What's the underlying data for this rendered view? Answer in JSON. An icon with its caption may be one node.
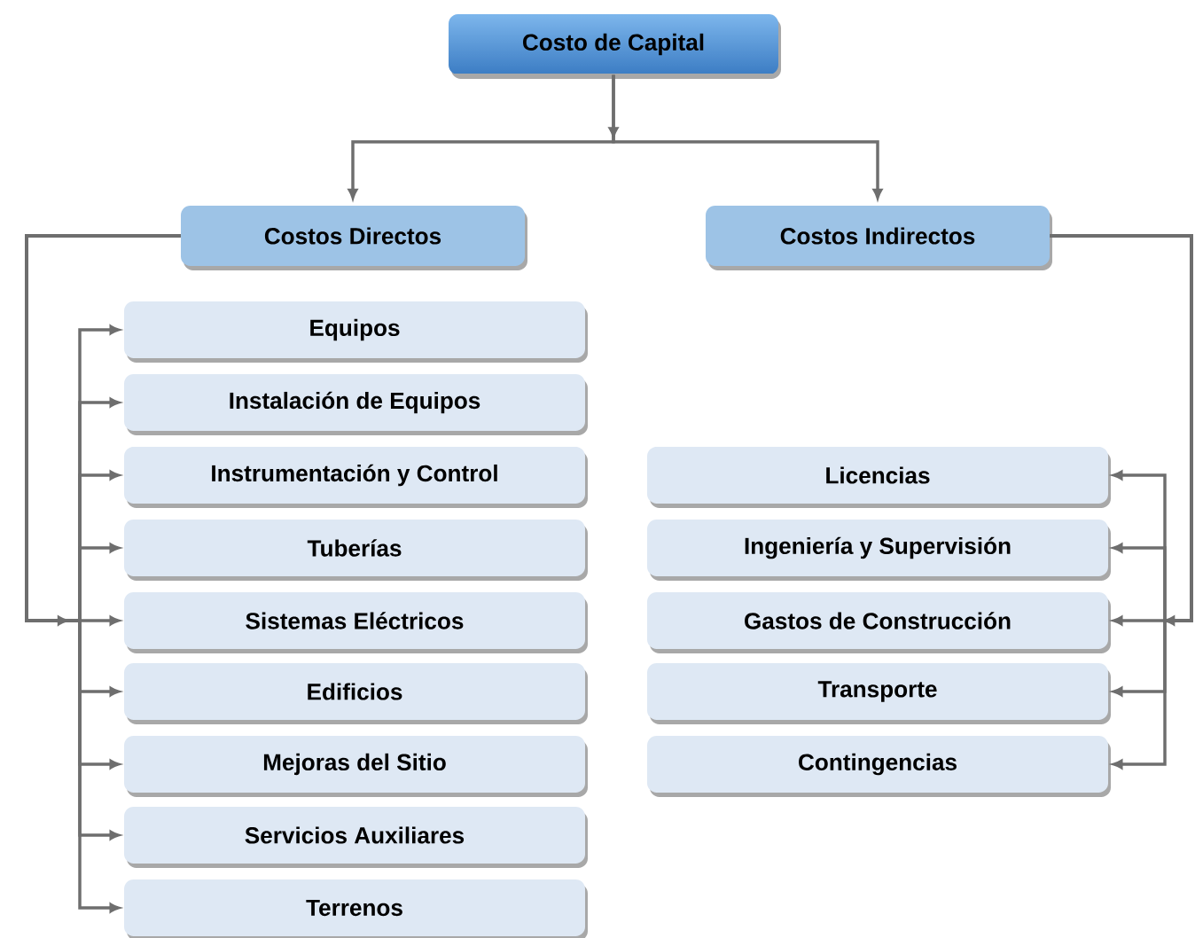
{
  "diagram": {
    "nodes": [
      {
        "text": [
          "Costo de Capital"
        ]
      },
      {
        "text": [
          "Costos Directos"
        ]
      },
      {
        "text": [
          "Costos Indirectos"
        ]
      },
      {
        "text": [
          "Equipos"
        ]
      },
      {
        "text": [
          "Instalación de Equipos"
        ]
      },
      {
        "text": [
          "Instrumentación y Control"
        ]
      },
      {
        "text": [
          "Tuberías"
        ]
      },
      {
        "text": [
          "Sistemas Eléctricos"
        ]
      },
      {
        "text": [
          "Edificios"
        ]
      },
      {
        "text": [
          "Mejoras del Sitio"
        ]
      },
      {
        "text": [
          "Servicios Auxiliares"
        ]
      },
      {
        "text": [
          "Terrenos"
        ]
      },
      {
        "text": [
          "Licencias"
        ]
      },
      {
        "text": [
          "Ingeniería y Supervisión"
        ]
      },
      {
        "text": [
          "Gastos de Construcción"
        ]
      },
      {
        "text": [
          "Transporte"
        ]
      },
      {
        "text": [
          "Contingencias"
        ]
      }
    ],
    "edges": [
      {
        "from": 0,
        "to": 1,
        "arrow": "to"
      },
      {
        "from": 0,
        "to": 2,
        "arrow": "to"
      },
      {
        "from": 1,
        "to": 3,
        "arrow": "to"
      },
      {
        "from": 1,
        "to": 4,
        "arrow": "to"
      },
      {
        "from": 1,
        "to": 5,
        "arrow": "to"
      },
      {
        "from": 1,
        "to": 6,
        "arrow": "to"
      },
      {
        "from": 1,
        "to": 7,
        "arrow": "to"
      },
      {
        "from": 1,
        "to": 8,
        "arrow": "to"
      },
      {
        "from": 1,
        "to": 9,
        "arrow": "to"
      },
      {
        "from": 1,
        "to": 10,
        "arrow": "to"
      },
      {
        "from": 1,
        "to": 11,
        "arrow": "to"
      },
      {
        "from": 2,
        "to": 12,
        "arrow": "to"
      },
      {
        "from": 2,
        "to": 13,
        "arrow": "to"
      },
      {
        "from": 2,
        "to": 14,
        "arrow": "to"
      },
      {
        "from": 2,
        "to": 15,
        "arrow": "to"
      },
      {
        "from": 2,
        "to": 16,
        "arrow": "to"
      }
    ]
  }
}
